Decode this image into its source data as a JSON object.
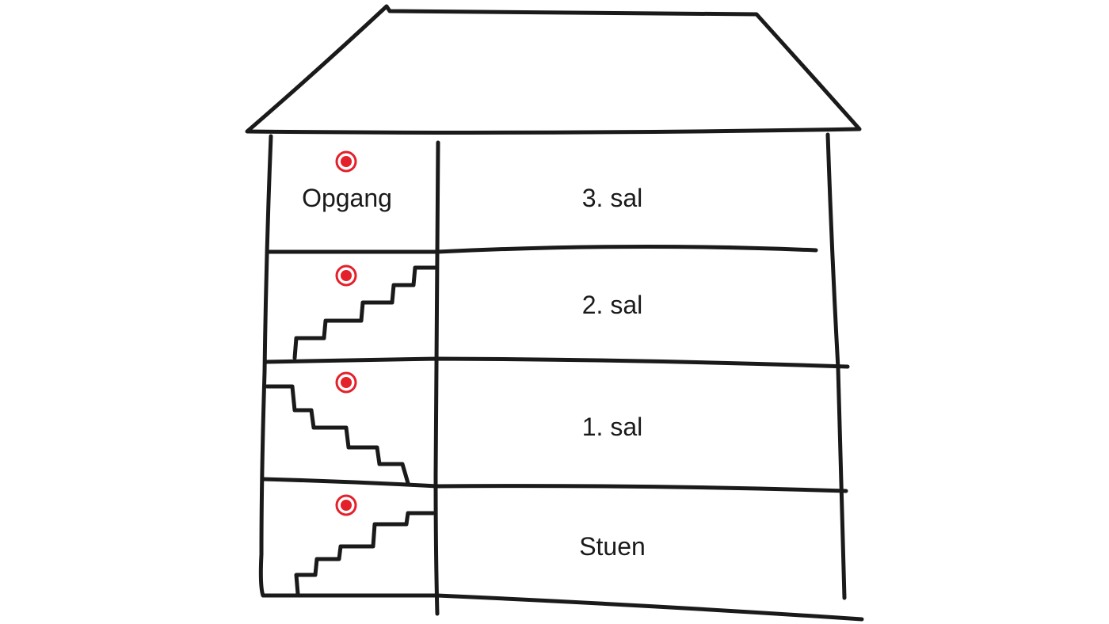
{
  "colors": {
    "line": "#1a1a1a",
    "marker": "#e4202a",
    "background": "#ffffff"
  },
  "house": {
    "stairwell": {
      "label": "Opgang",
      "marker_icon": "location-target-icon"
    },
    "floors": [
      {
        "label": "3. sal"
      },
      {
        "label": "2. sal"
      },
      {
        "label": "1. sal"
      },
      {
        "label": "Stuen"
      }
    ]
  }
}
